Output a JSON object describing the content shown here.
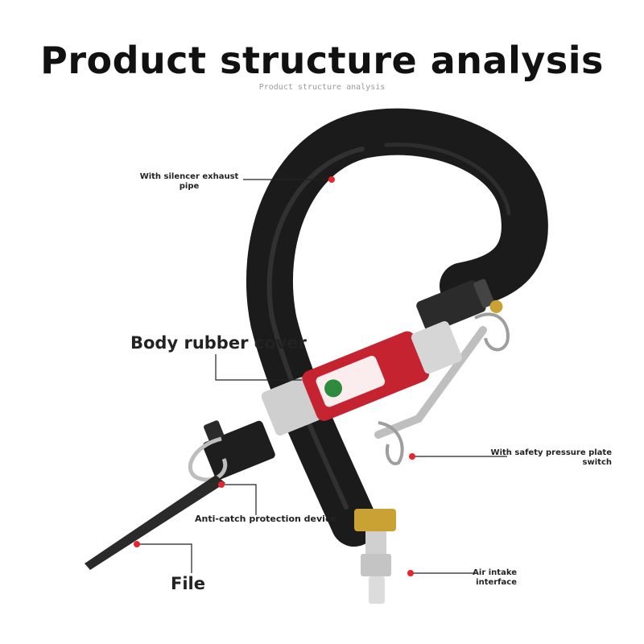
{
  "header": {
    "title": "Product structure analysis",
    "subtitle": "Product structure analysis"
  },
  "callouts": {
    "exhaust": "With silencer exhaust pipe",
    "body_cover": "Body rubber cover",
    "safety_switch": "With safety pressure plate switch",
    "anti_catch": "Anti-catch protection device",
    "air_intake": "Air intake interface",
    "file": "File"
  },
  "colors": {
    "hose": "#1b1b1b",
    "body": "#c4232f",
    "metal": "#c9c9c9",
    "marker": "#e8242f",
    "brass": "#c9a233"
  }
}
